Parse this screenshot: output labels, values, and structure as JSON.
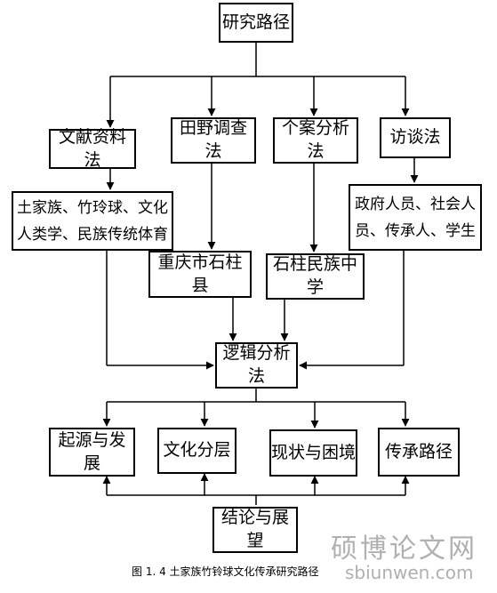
{
  "nodes": {
    "root": "研究路径",
    "m1": "文献资料法",
    "m2": "田野调查法",
    "m3": "个案分析法",
    "m4": "访谈法",
    "t1a": "土家族、竹玲球、文化",
    "t1b": "人类学、民族传统体育",
    "t2": "重庆市石柱县",
    "t3": "石柱民族中学",
    "t4a": "政府人员、社会人",
    "t4b": "员、传承人、学生",
    "logic": "逻辑分析法",
    "r1": "起源与发展",
    "r2": "文化分层",
    "r3": "现状与困境",
    "r4": "传承路径",
    "end": "结论与展望"
  },
  "caption": "图 1. 4  土家族竹铃球文化传承研究路径",
  "watermark": {
    "text": "硕博论文网",
    "url": "sbiunwen.com"
  }
}
